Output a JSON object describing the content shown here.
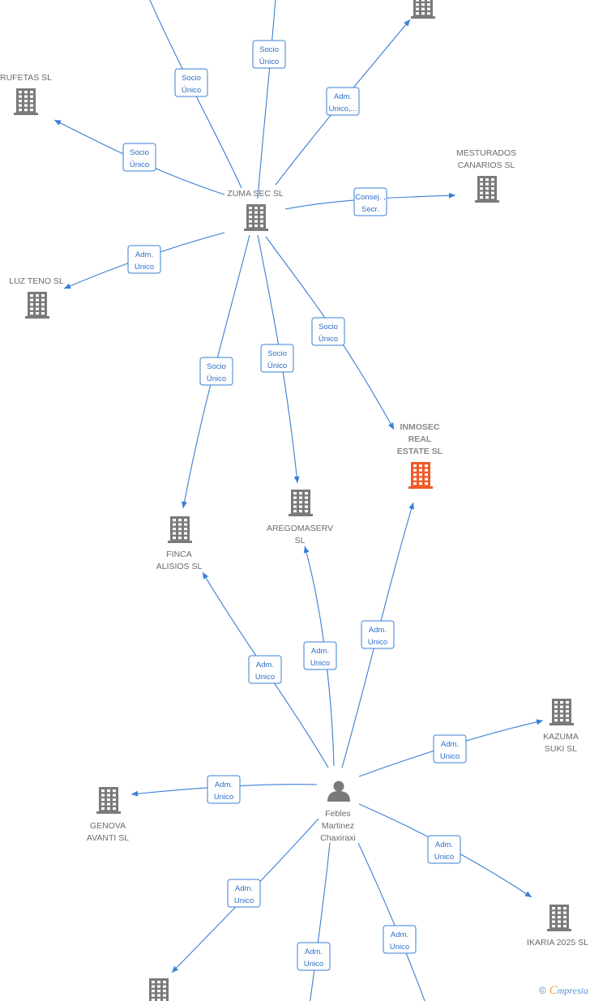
{
  "nodes": {
    "zuma_sec": {
      "label": "ZUMA SEC  SL"
    },
    "rufetas": {
      "label": "RUFETAS  SL"
    },
    "mesturados": {
      "label": [
        "MESTURADOS",
        "CANARIOS SL"
      ]
    },
    "luz_teno": {
      "label": "LUZ TENO SL"
    },
    "inmosec": {
      "label": [
        "INMOSEC",
        "REAL",
        "ESTATE  SL"
      ],
      "highlight": true
    },
    "aregomaserv": {
      "label": [
        "AREGOMASERV",
        "SL"
      ]
    },
    "finca_alisios": {
      "label": [
        "FINCA",
        "ALISIOS  SL"
      ]
    },
    "kazuma_suki": {
      "label": [
        "KAZUMA",
        "SUKI  SL"
      ]
    },
    "genova_avanti": {
      "label": [
        "GENOVA",
        "AVANTI  SL"
      ]
    },
    "ikaria_2025": {
      "label": "IKARIA 2025  SL"
    },
    "febles": {
      "label": [
        "Febles",
        "Martinez",
        "Chaxiraxi"
      ],
      "icon": "person-icon"
    }
  },
  "edges": [
    {
      "label": [
        "Socio",
        "Único"
      ]
    },
    {
      "label": [
        "Socio",
        "Único"
      ]
    },
    {
      "label": [
        "Adm.",
        "Unico,..."
      ]
    },
    {
      "label": [
        "Socio",
        "Único"
      ]
    },
    {
      "label": [
        "Consej. ,",
        "Secr."
      ]
    },
    {
      "label": [
        "Adm.",
        "Unico"
      ]
    },
    {
      "label": [
        "Socio",
        "Único"
      ]
    },
    {
      "label": [
        "Socio",
        "Único"
      ]
    },
    {
      "label": [
        "Socio",
        "Único"
      ]
    },
    {
      "label": [
        "Adm.",
        "Unico"
      ]
    },
    {
      "label": [
        "Adm.",
        "Unico"
      ]
    },
    {
      "label": [
        "Adm.",
        "Unico"
      ]
    },
    {
      "label": [
        "Adm.",
        "Unico"
      ]
    },
    {
      "label": [
        "Adm.",
        "Unico"
      ]
    },
    {
      "label": [
        "Adm.",
        "Unico"
      ]
    },
    {
      "label": [
        "Adm.",
        "Unico"
      ]
    },
    {
      "label": [
        "Adm.",
        "Unico"
      ]
    },
    {
      "label": [
        "Adm.",
        "Unico"
      ]
    }
  ],
  "colors": {
    "edge": "#3a7fd5",
    "building": "#7a7a7a",
    "highlight": "#f05a28"
  },
  "brand": {
    "symbol": "©",
    "initial": "C",
    "rest": "mpresia"
  }
}
